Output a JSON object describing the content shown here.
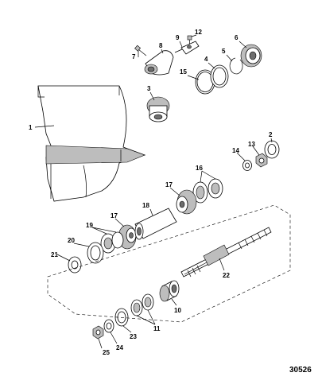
{
  "figure_number": "30526",
  "callouts": [
    {
      "id": "c1",
      "label": "1"
    },
    {
      "id": "c2",
      "label": "2"
    },
    {
      "id": "c3",
      "label": "3"
    },
    {
      "id": "c4",
      "label": "4"
    },
    {
      "id": "c5",
      "label": "5"
    },
    {
      "id": "c6",
      "label": "6"
    },
    {
      "id": "c7",
      "label": "7"
    },
    {
      "id": "c8",
      "label": "8"
    },
    {
      "id": "c9",
      "label": "9"
    },
    {
      "id": "c10",
      "label": "10"
    },
    {
      "id": "c11",
      "label": "11"
    },
    {
      "id": "c12",
      "label": "12"
    },
    {
      "id": "c13",
      "label": "13"
    },
    {
      "id": "c14",
      "label": "14"
    },
    {
      "id": "c15",
      "label": "15"
    },
    {
      "id": "c16",
      "label": "16"
    },
    {
      "id": "c17a",
      "label": "17"
    },
    {
      "id": "c17b",
      "label": "17"
    },
    {
      "id": "c18",
      "label": "18"
    },
    {
      "id": "c19",
      "label": "19"
    },
    {
      "id": "c20",
      "label": "20"
    },
    {
      "id": "c21",
      "label": "21"
    },
    {
      "id": "c22",
      "label": "22"
    },
    {
      "id": "c23",
      "label": "23"
    },
    {
      "id": "c24",
      "label": "24"
    },
    {
      "id": "c25",
      "label": "25"
    }
  ]
}
